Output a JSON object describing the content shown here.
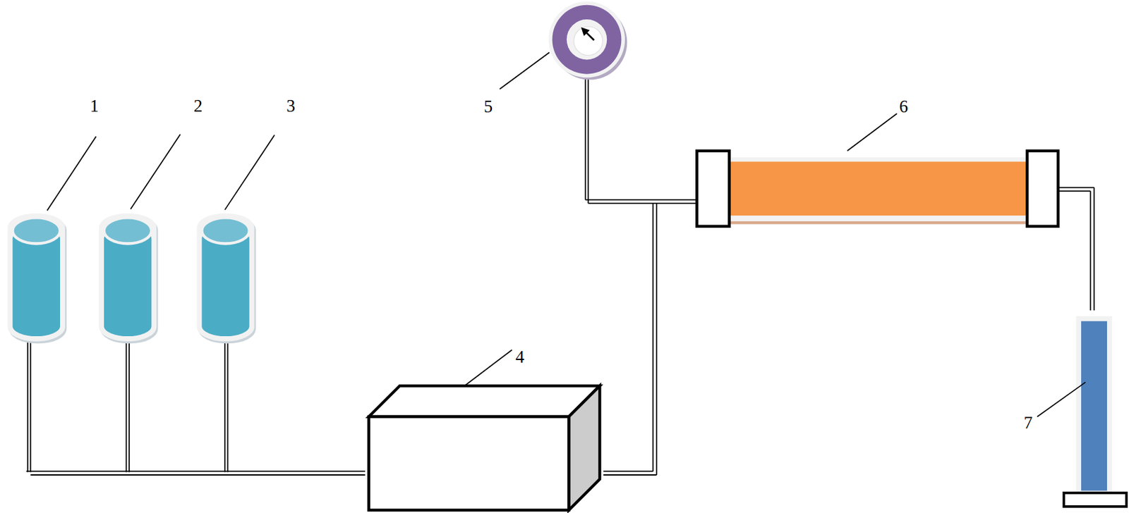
{
  "diagram": {
    "labels": [
      "1",
      "2",
      "3",
      "5",
      "6",
      "4",
      "7"
    ]
  }
}
